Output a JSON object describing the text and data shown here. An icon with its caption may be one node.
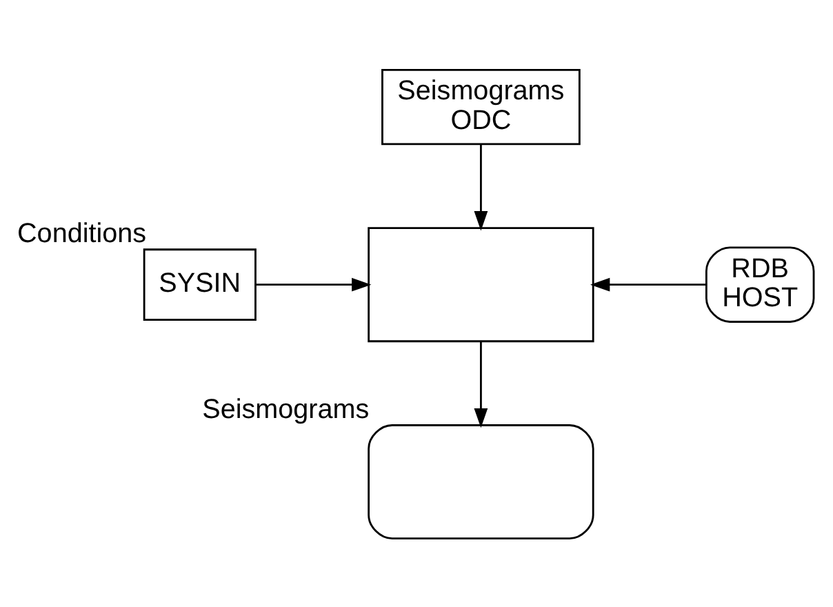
{
  "diagram": {
    "nodes": [
      {
        "text": [
          "Seismograms",
          "ODC"
        ]
      },
      {
        "text": [
          "SYSIN"
        ],
        "beside": [
          "Conditions"
        ]
      },
      {
        "text": [],
        "shape": "box"
      },
      {
        "text": [
          "RDB",
          "HOST"
        ]
      },
      {
        "text": [],
        "shape": "box",
        "beside": [
          "Seismograms"
        ]
      }
    ],
    "edges": [
      {
        "from": 0,
        "to": 2,
        "arrow": "to"
      },
      {
        "from": 1,
        "to": 2,
        "arrow": "to"
      },
      {
        "from": 3,
        "to": 2,
        "arrow": "to"
      },
      {
        "from": 2,
        "to": 4,
        "arrow": "to"
      }
    ]
  }
}
